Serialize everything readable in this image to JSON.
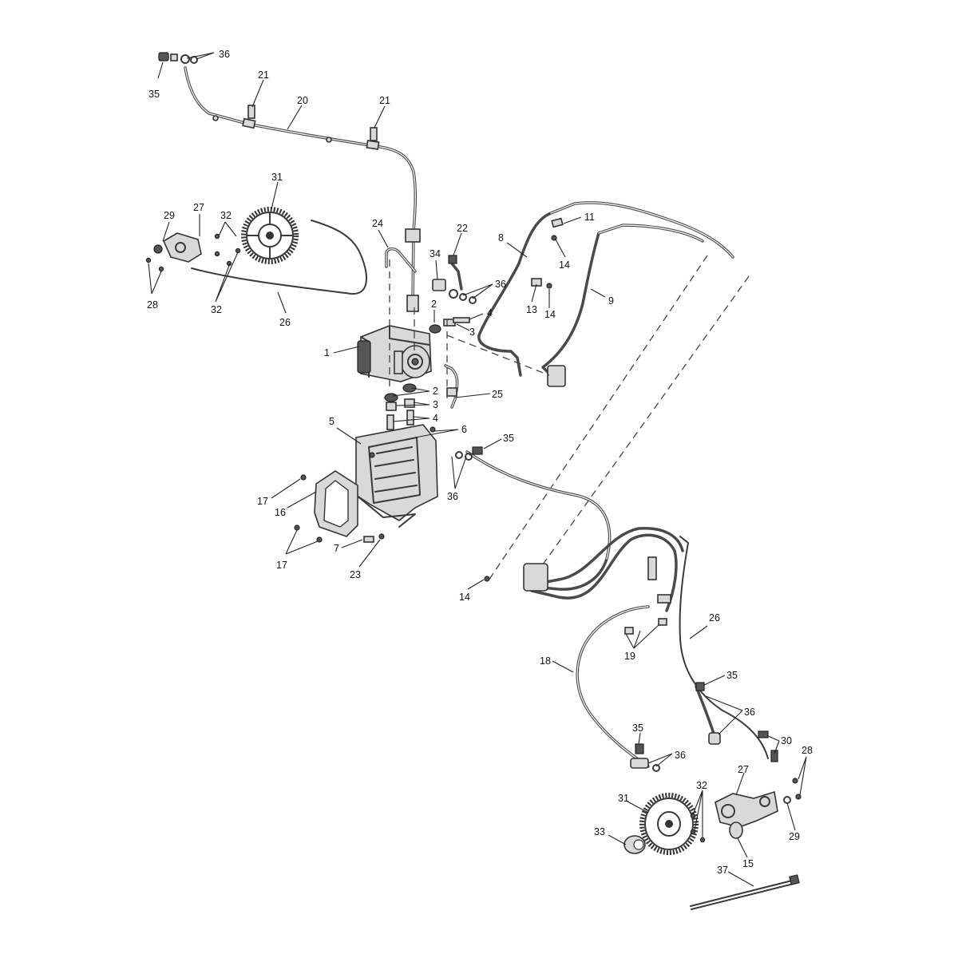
{
  "diagram": {
    "callouts": [
      {
        "label": "36"
      },
      {
        "label": "35"
      },
      {
        "label": "21"
      },
      {
        "label": "20"
      },
      {
        "label": "21"
      },
      {
        "label": "31"
      },
      {
        "label": "29"
      },
      {
        "label": "27"
      },
      {
        "label": "32"
      },
      {
        "label": "28"
      },
      {
        "label": "32"
      },
      {
        "label": "26"
      },
      {
        "label": "24"
      },
      {
        "label": "22"
      },
      {
        "label": "34"
      },
      {
        "label": "36"
      },
      {
        "label": "2"
      },
      {
        "label": "4"
      },
      {
        "label": "3"
      },
      {
        "label": "1"
      },
      {
        "label": "2"
      },
      {
        "label": "3"
      },
      {
        "label": "4"
      },
      {
        "label": "25"
      },
      {
        "label": "11"
      },
      {
        "label": "8"
      },
      {
        "label": "14"
      },
      {
        "label": "13"
      },
      {
        "label": "14"
      },
      {
        "label": "9"
      },
      {
        "label": "5"
      },
      {
        "label": "6"
      },
      {
        "label": "35"
      },
      {
        "label": "36"
      },
      {
        "label": "17"
      },
      {
        "label": "16"
      },
      {
        "label": "17"
      },
      {
        "label": "7"
      },
      {
        "label": "23"
      },
      {
        "label": "14"
      },
      {
        "label": "18"
      },
      {
        "label": "19"
      },
      {
        "label": "26"
      },
      {
        "label": "35"
      },
      {
        "label": "36"
      },
      {
        "label": "35"
      },
      {
        "label": "36"
      },
      {
        "label": "30"
      },
      {
        "label": "28"
      },
      {
        "label": "27"
      },
      {
        "label": "32"
      },
      {
        "label": "29"
      },
      {
        "label": "31"
      },
      {
        "label": "33"
      },
      {
        "label": "15"
      },
      {
        "label": "37"
      }
    ]
  }
}
